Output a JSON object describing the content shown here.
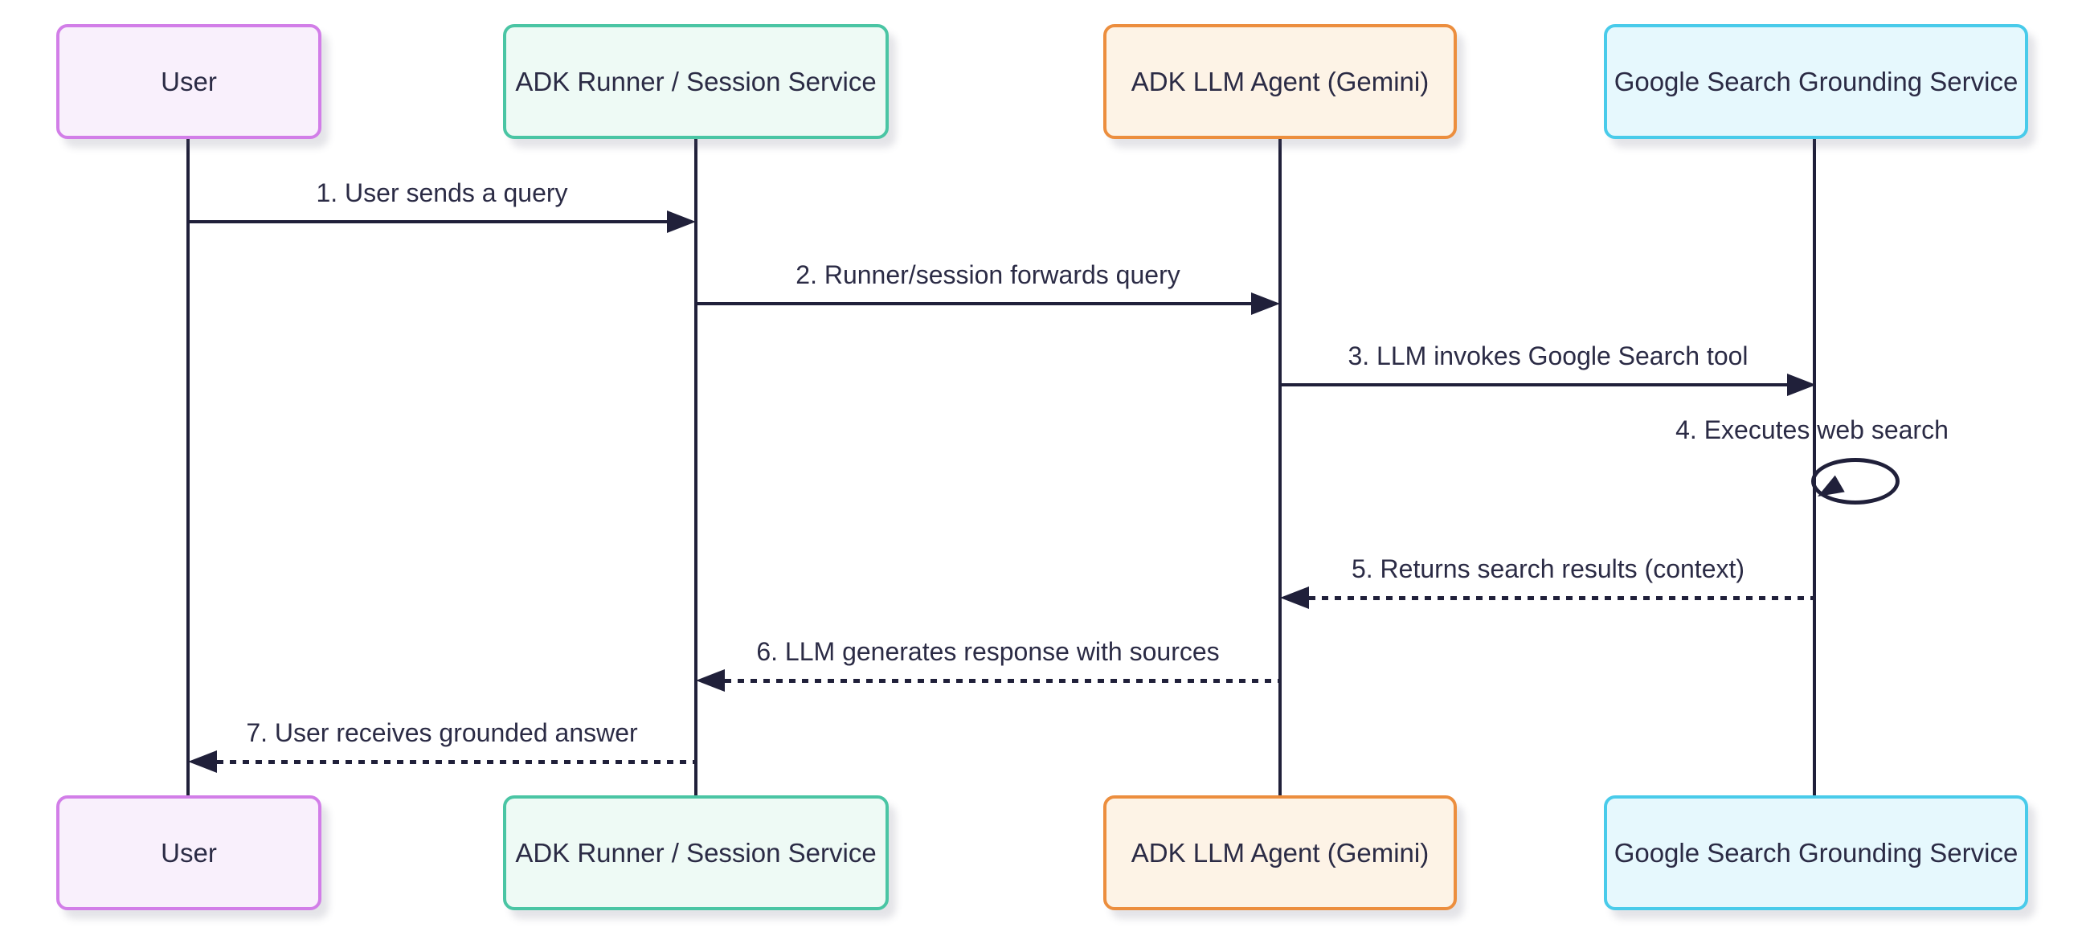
{
  "diagram": {
    "type": "sequence-diagram",
    "colors": {
      "background": "#ffffff",
      "line": "#20203a",
      "text": "#2b2b45"
    },
    "actors": [
      {
        "id": "user",
        "label": "User",
        "border": "#d27ee8",
        "fill": "#f9f0fc"
      },
      {
        "id": "adk-runner",
        "label": "ADK Runner / Session Service",
        "border": "#4ac5a4",
        "fill": "#eefaf5"
      },
      {
        "id": "adk-llm-agent",
        "label": "ADK LLM Agent (Gemini)",
        "border": "#ec8e3e",
        "fill": "#fdf3e6"
      },
      {
        "id": "google-search",
        "label": "Google Search Grounding Service",
        "border": "#49cbea",
        "fill": "#e6f8fd"
      }
    ],
    "messages": [
      {
        "num": 1,
        "label": "1. User sends a query",
        "from": "user",
        "to": "adk-runner",
        "line": "solid"
      },
      {
        "num": 2,
        "label": "2. Runner/session forwards query",
        "from": "adk-runner",
        "to": "adk-llm-agent",
        "line": "solid"
      },
      {
        "num": 3,
        "label": "3. LLM invokes Google Search tool",
        "from": "adk-llm-agent",
        "to": "google-search",
        "line": "solid"
      },
      {
        "num": 4,
        "label": "4. Executes web search",
        "from": "google-search",
        "to": "google-search",
        "line": "self-loop"
      },
      {
        "num": 5,
        "label": "5. Returns search results (context)",
        "from": "google-search",
        "to": "adk-llm-agent",
        "line": "dotted"
      },
      {
        "num": 6,
        "label": "6. LLM generates response with sources",
        "from": "adk-llm-agent",
        "to": "adk-runner",
        "line": "dotted"
      },
      {
        "num": 7,
        "label": "7. User receives grounded answer",
        "from": "adk-runner",
        "to": "user",
        "line": "dotted"
      }
    ]
  }
}
